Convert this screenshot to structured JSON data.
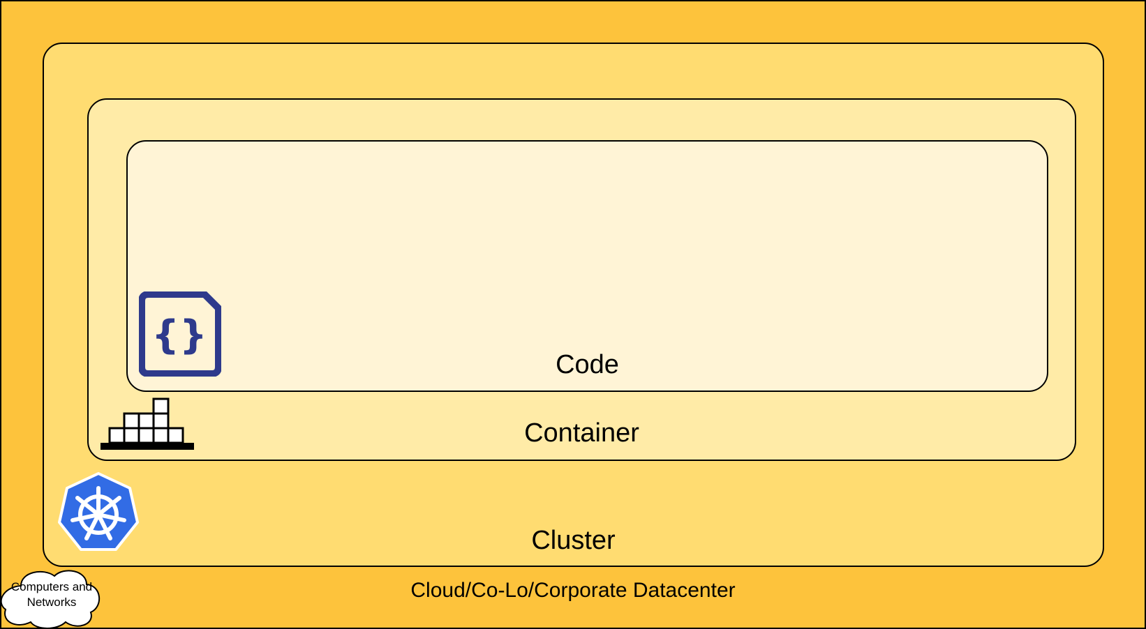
{
  "colors": {
    "datacenter_fill": "#FDC33C",
    "cluster_fill": "#FFDC71",
    "container_fill": "#FFEBA7",
    "code_fill": "#FFF4D6",
    "code_icon": "#2E3A8C",
    "kubernetes_blue": "#326CE5",
    "outline": "#000000"
  },
  "layers": {
    "code": {
      "label": "Code",
      "icon": "code-file-braces-icon"
    },
    "container": {
      "label": "Container",
      "icon": "stacked-containers-icon"
    },
    "cluster": {
      "label": "Cluster",
      "icon": "kubernetes-wheel-icon"
    },
    "datacenter": {
      "label": "Cloud/Co-Lo/Corporate Datacenter",
      "icon": "cloud-icon"
    }
  },
  "cloud_note": {
    "text": "Computers and Networks"
  }
}
